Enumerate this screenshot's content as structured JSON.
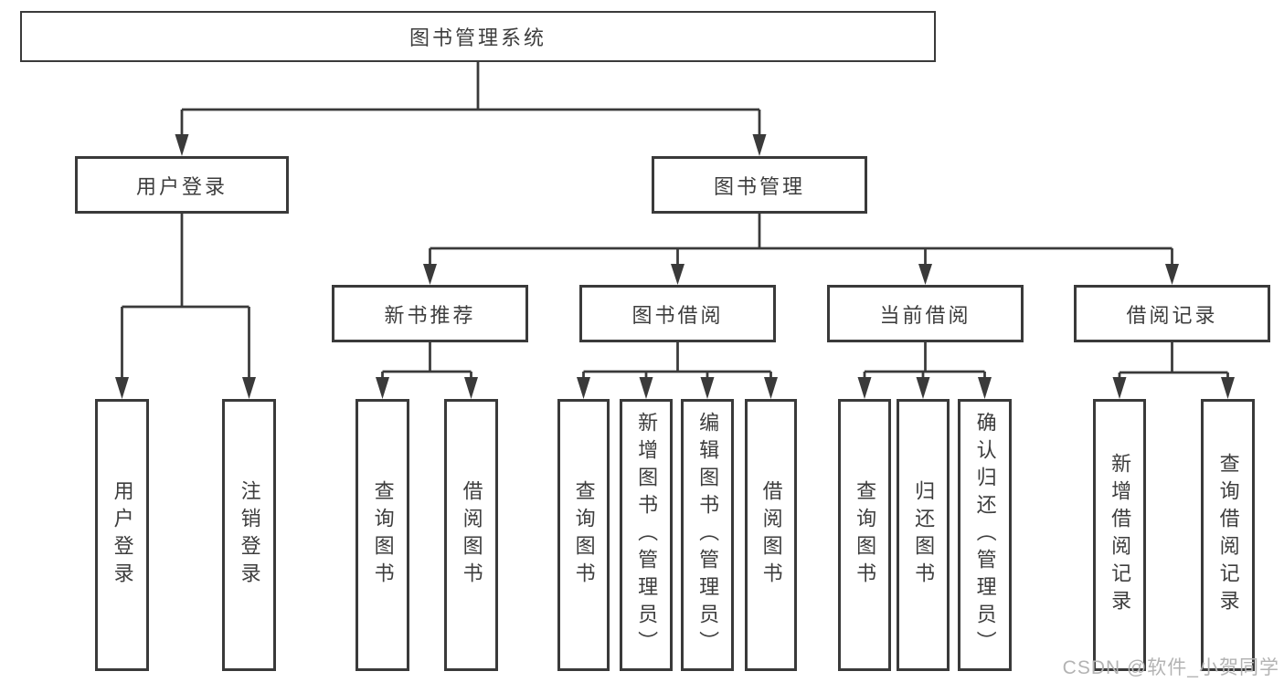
{
  "diagram": {
    "root": {
      "label": "图书管理系统",
      "children": [
        {
          "label": "用户登录",
          "children": [
            {
              "label": "用户登录"
            },
            {
              "label": "注销登录"
            }
          ]
        },
        {
          "label": "图书管理",
          "children": [
            {
              "label": "新书推荐",
              "children": [
                {
                  "label": "查询图书"
                },
                {
                  "label": "借阅图书"
                }
              ]
            },
            {
              "label": "图书借阅",
              "children": [
                {
                  "label": "查询图书"
                },
                {
                  "label": "新增图书（管理员）"
                },
                {
                  "label": "编辑图书（管理员）"
                },
                {
                  "label": "借阅图书"
                }
              ]
            },
            {
              "label": "当前借阅",
              "children": [
                {
                  "label": "查询图书"
                },
                {
                  "label": "归还图书"
                },
                {
                  "label": "确认归还（管理员）"
                }
              ]
            },
            {
              "label": "借阅记录",
              "children": [
                {
                  "label": "新增借阅记录"
                },
                {
                  "label": "查询借阅记录"
                }
              ]
            }
          ]
        }
      ]
    }
  },
  "watermark": "CSDN @软件_小贺同学",
  "colors": {
    "line": "#3a3a3a",
    "text": "#3d3d3d",
    "watermark": "#b3b3b3",
    "background": "#ffffff"
  }
}
